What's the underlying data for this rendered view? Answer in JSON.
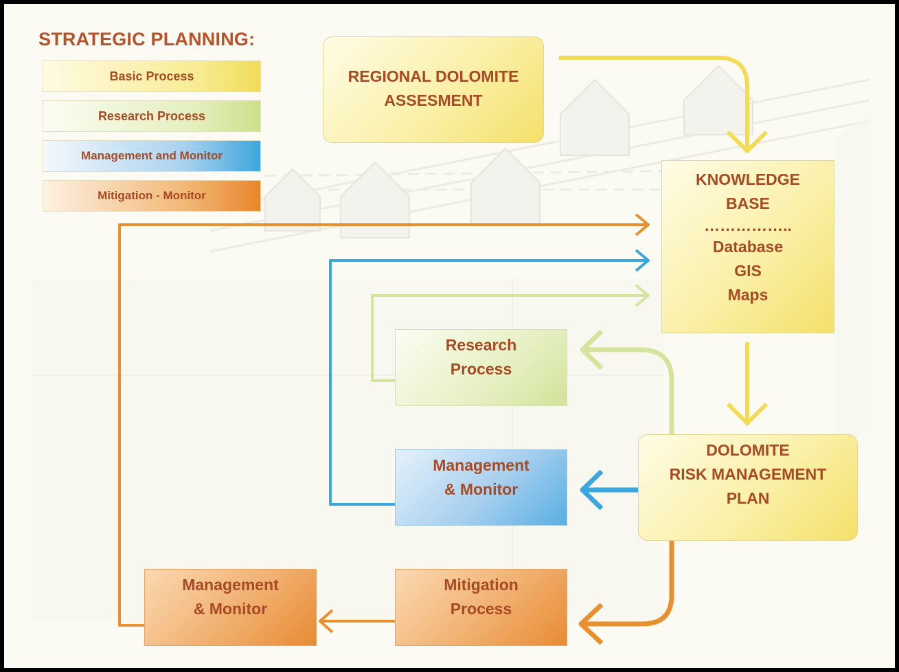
{
  "title": "STRATEGIC PLANNING:",
  "legend": [
    {
      "label": "Basic Process"
    },
    {
      "label": "Research Process"
    },
    {
      "label": "Management and Monitor"
    },
    {
      "label": "Mitigation - Monitor"
    }
  ],
  "nodes": {
    "regional": {
      "line1": "REGIONAL DOLOMITE",
      "line2": "ASSESMENT"
    },
    "knowledge": {
      "line1": "KNOWLEDGE",
      "line2": "BASE",
      "dots": "……………..",
      "line3": "Database",
      "line4": "GIS",
      "line5": "Maps"
    },
    "research": {
      "line1": "Research",
      "line2": "Process"
    },
    "mgmt_blue": {
      "line1": "Management",
      "line2": "& Monitor"
    },
    "dolomite": {
      "line1": "DOLOMITE",
      "line2": "RISK MANAGEMENT",
      "line3": "PLAN"
    },
    "mitigation": {
      "line1": "Mitigation",
      "line2": "Process"
    },
    "mgmt_orange": {
      "line1": "Management",
      "line2": "& Monitor"
    }
  },
  "colors": {
    "basic": "#f2dc5a",
    "research": "#cde08b",
    "management": "#3ea6dd",
    "mitigation": "#e8872c",
    "text": "#a84a23",
    "title": "#b6532a"
  }
}
